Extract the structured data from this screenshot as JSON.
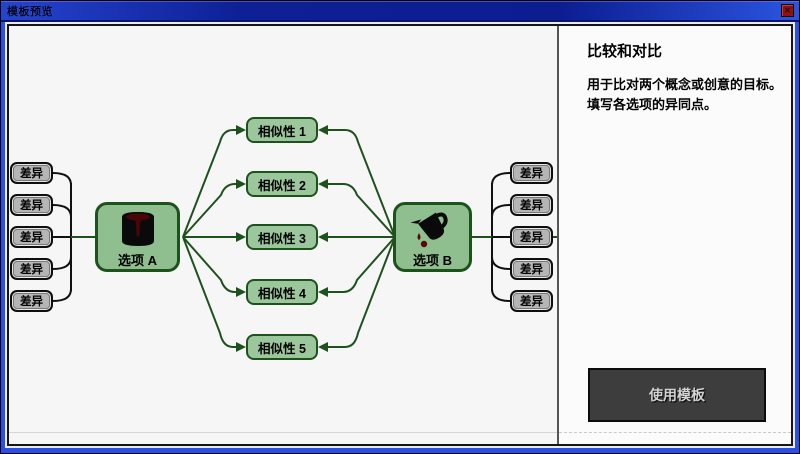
{
  "window": {
    "title": "模板预览",
    "close_glyph": "✕"
  },
  "panel": {
    "heading": "比较和对比",
    "description": "用于比对两个概念或创意的目标。填写各选项的异同点。",
    "button_label": "使用模板"
  },
  "diagram": {
    "option_a": "选项 A",
    "option_b": "选项 B",
    "similarities": [
      "相似性 1",
      "相似性 2",
      "相似性 3",
      "相似性 4",
      "相似性 5"
    ],
    "differences_left": [
      "差异",
      "差异",
      "差异",
      "差异",
      "差异"
    ],
    "differences_right": [
      "差异",
      "差异",
      "差异",
      "差异",
      "差异"
    ],
    "icons": [
      "paint-can-icon",
      "pitcher-pour-icon"
    ],
    "colors": {
      "node_fill": "#8fbe8f",
      "similarity_fill": "#9cc79c",
      "node_border": "#1d521d",
      "connector_green": "#1d521d",
      "connector_black": "#111111",
      "difference_fill": "#b5b5b5",
      "titlebar_blue": "#0e2095",
      "frame_blue": "#2b50e6",
      "button_bg": "#3d3d3d"
    }
  }
}
